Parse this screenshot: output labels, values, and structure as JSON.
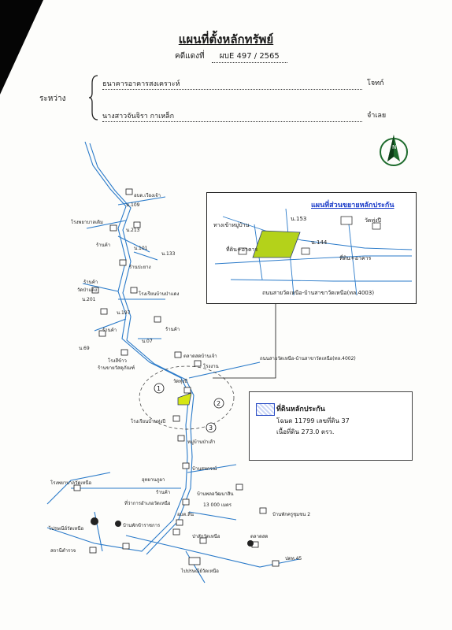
{
  "header": {
    "title": "แผนที่ตั้งหลักทรัพย์",
    "case_label": "คดีแดงที่",
    "case_number": "ผบE 497 / 2565"
  },
  "parties": {
    "between_label": "ระหว่าง",
    "plaintiff": "ธนาคารอาคารสงเคราะห์",
    "plaintiff_role": "โจทก์",
    "defendant": "นางสาวจันจิรา กาเหล็ก",
    "defendant_role": "จำเลย"
  },
  "compass_label": "N",
  "inset": {
    "title": "แผนที่ส่วนขยายหลักประกัน",
    "labels": [
      "ที่ดิน+อาคาร",
      "ที่ดิน+อาคาร",
      "วัดทุ่งปี",
      "ทางเข้าหมู่บ้าน",
      "ถนนสายวัดเหนือ-บ้านสาขาวัดเหนือ(ทล.4003)",
      "น.144",
      "น.153"
    ]
  },
  "main_road_label": "ถนนสายวัดเหนือ-บ้านสาขาวัดเหนือ(ทล.4002)",
  "legend": {
    "title": "ที่ดินหลักประกัน",
    "deed": "โฉนด 11799 เลขที่ดิน 37",
    "area": "เนื้อที่ดิน 273.0 ตรว."
  },
  "markers": [
    "1",
    "2",
    "3"
  ],
  "places": [
    "อบต.เวียงเจ้า",
    "น.109",
    "โรงพยาบาลเดิม",
    "น.213",
    "ร้านค้า",
    "น.101",
    "น.133",
    "ร้านปะยาง",
    "ร้านค้า",
    "วัดป่าแดง",
    "น.201",
    "โรงเรียนบ้านป่าแดง",
    "น.197",
    "ร้านค้า",
    "ร้านค้า",
    "น.07",
    "น.69",
    "โรงสีข้าว",
    "ร้านขายวัสดุภัณฑ์",
    "ตลาดสดบ้านเจ้า",
    "โรงงาน",
    "วัดทุ่งปี",
    "โรงเรียนบ้านทุ่งปี",
    "หมู่บ้านป่าเส้า",
    "บ้านสหกรณ์",
    "อุทยานภูผา",
    "ร้านค้า",
    "บ้านพลอวัฒนาสิน",
    "ที่ว่าการอำเภอวัดเหนือ",
    "13 000 เมตร",
    "อบต.สิน",
    "โรงพยาบาลวัดเหนือ",
    "บ้านพักข้าราชการ",
    "ไปรษณีย์วัดเหนือ",
    "ป่าสักวัดเหนือ",
    "สถานีตำรวจ",
    "บ้านพักครูชุมชน 2",
    "ตลาดสด",
    "ปตท.45",
    "ไปปรษณีย์วัดเหนือ"
  ]
}
